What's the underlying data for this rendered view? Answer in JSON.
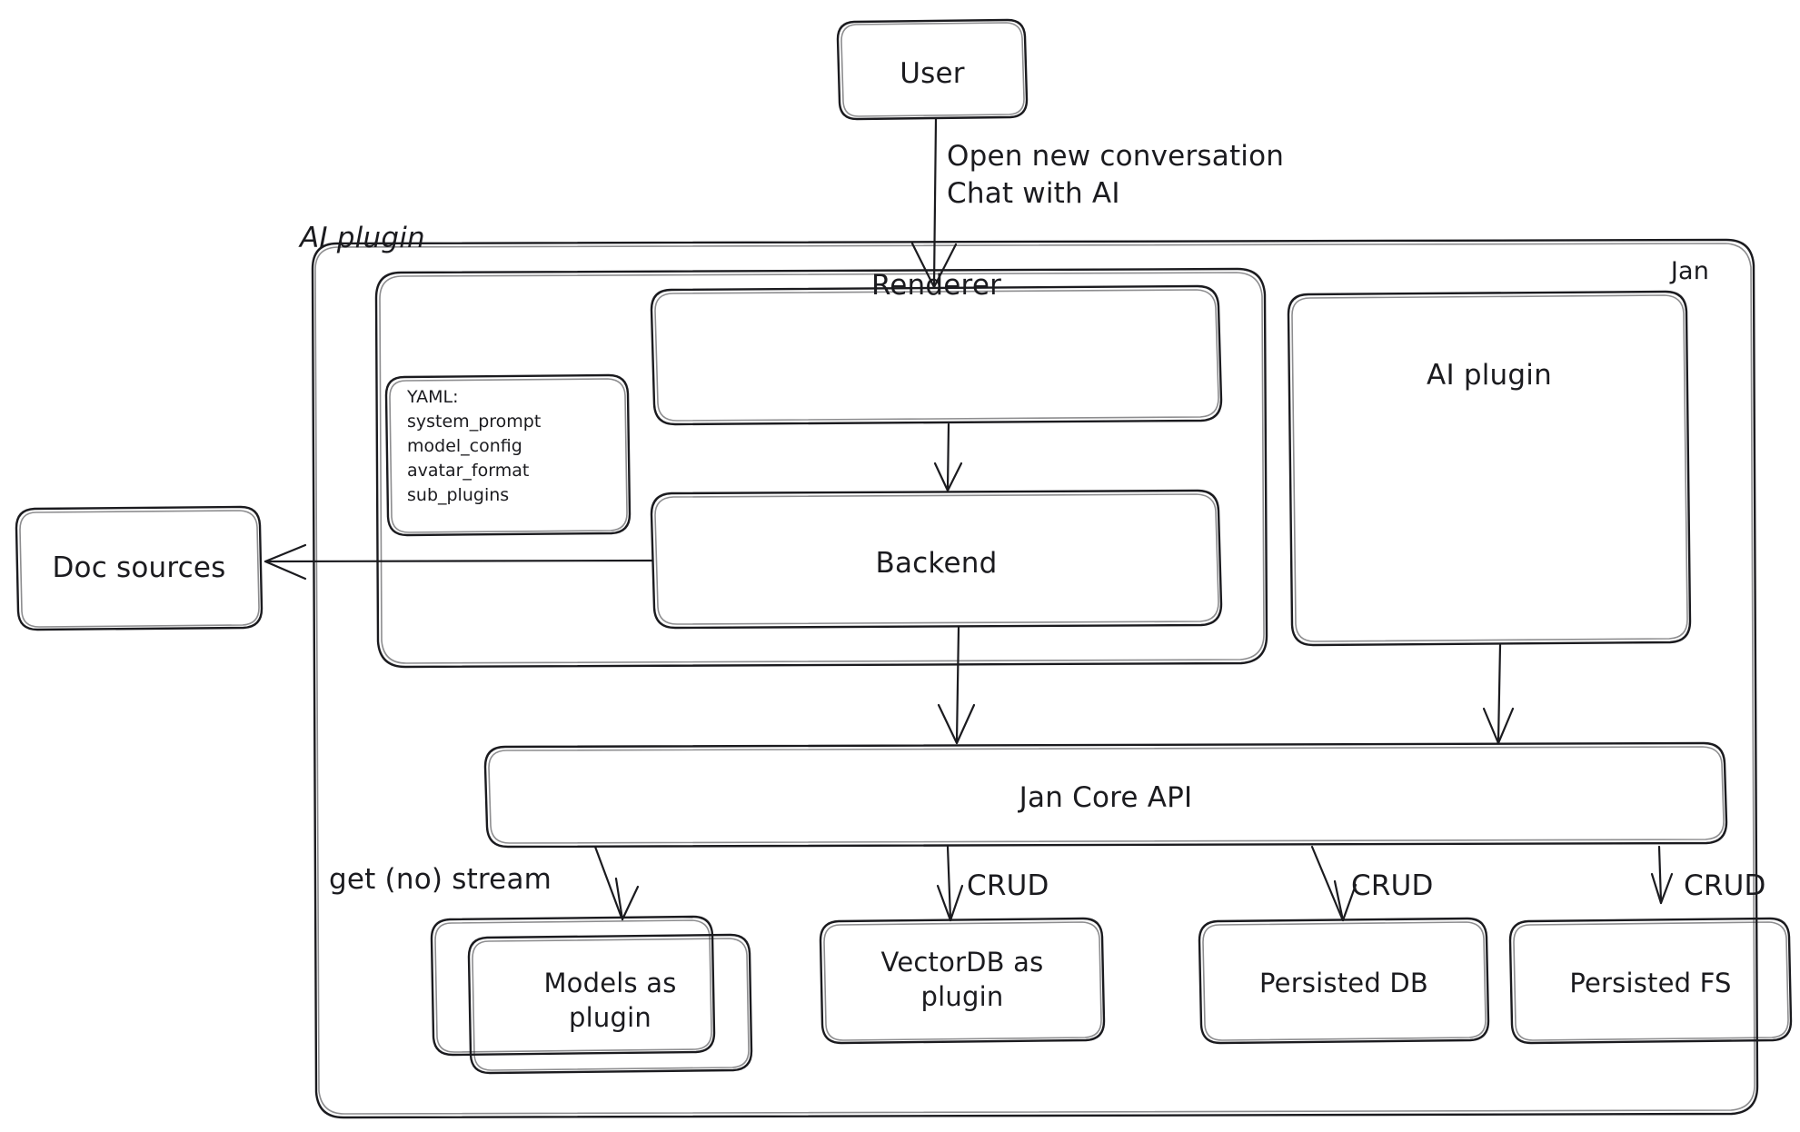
{
  "diagram": {
    "title_hidden": "",
    "style": "hand-drawn architecture diagram",
    "stroke_color": "#1b1b1f",
    "background_color": "#ffffff"
  },
  "containers": {
    "jan": {
      "label": "Jan"
    },
    "ai_plugin_group": {
      "label": "AI plugin"
    }
  },
  "nodes": {
    "user": {
      "label": "User"
    },
    "renderer": {
      "label": "Renderer"
    },
    "backend": {
      "label": "Backend"
    },
    "yaml_card": {
      "title": "YAML:",
      "items": [
        "system_prompt",
        "model_config",
        "avatar_format",
        "sub_plugins"
      ],
      "text": "YAML:\nsystem_prompt\nmodel_config\navatar_format\nsub_plugins"
    },
    "doc_sources": {
      "label": "Doc sources"
    },
    "ai_plugin_right": {
      "label": "AI plugin"
    },
    "jan_core_api": {
      "label": "Jan Core API"
    },
    "models_as_plugin": {
      "label": "Models as\nplugin"
    },
    "vectordb_as_plugin": {
      "label": "VectorDB as\nplugin"
    },
    "persisted_db": {
      "label": "Persisted DB"
    },
    "persisted_fs": {
      "label": "Persisted FS"
    }
  },
  "edges": [
    {
      "id": "user-to-renderer",
      "from": "user",
      "to": "renderer",
      "label": "Open new conversation\nChat with AI"
    },
    {
      "id": "renderer-to-backend",
      "from": "renderer",
      "to": "backend",
      "label": ""
    },
    {
      "id": "backend-to-doc-sources",
      "from": "backend",
      "to": "doc_sources",
      "label": ""
    },
    {
      "id": "backend-to-core-api",
      "from": "backend",
      "to": "jan_core_api",
      "label": ""
    },
    {
      "id": "ai-plugin-to-core-api",
      "from": "ai_plugin_right",
      "to": "jan_core_api",
      "label": ""
    },
    {
      "id": "core-api-to-models",
      "from": "jan_core_api",
      "to": "models_as_plugin",
      "label": "get (no) stream"
    },
    {
      "id": "core-api-to-vectordb",
      "from": "jan_core_api",
      "to": "vectordb_as_plugin",
      "label": "CRUD"
    },
    {
      "id": "core-api-to-persisted-db",
      "from": "jan_core_api",
      "to": "persisted_db",
      "label": "CRUD"
    },
    {
      "id": "core-api-to-persisted-fs",
      "from": "jan_core_api",
      "to": "persisted_fs",
      "label": "CRUD"
    }
  ],
  "edge_labels": {
    "user_flow": "Open new conversation\nChat with AI",
    "get_no_stream": "get (no) stream",
    "crud_vectordb": "CRUD",
    "crud_persisted_db": "CRUD",
    "crud_persisted_fs": "CRUD"
  }
}
